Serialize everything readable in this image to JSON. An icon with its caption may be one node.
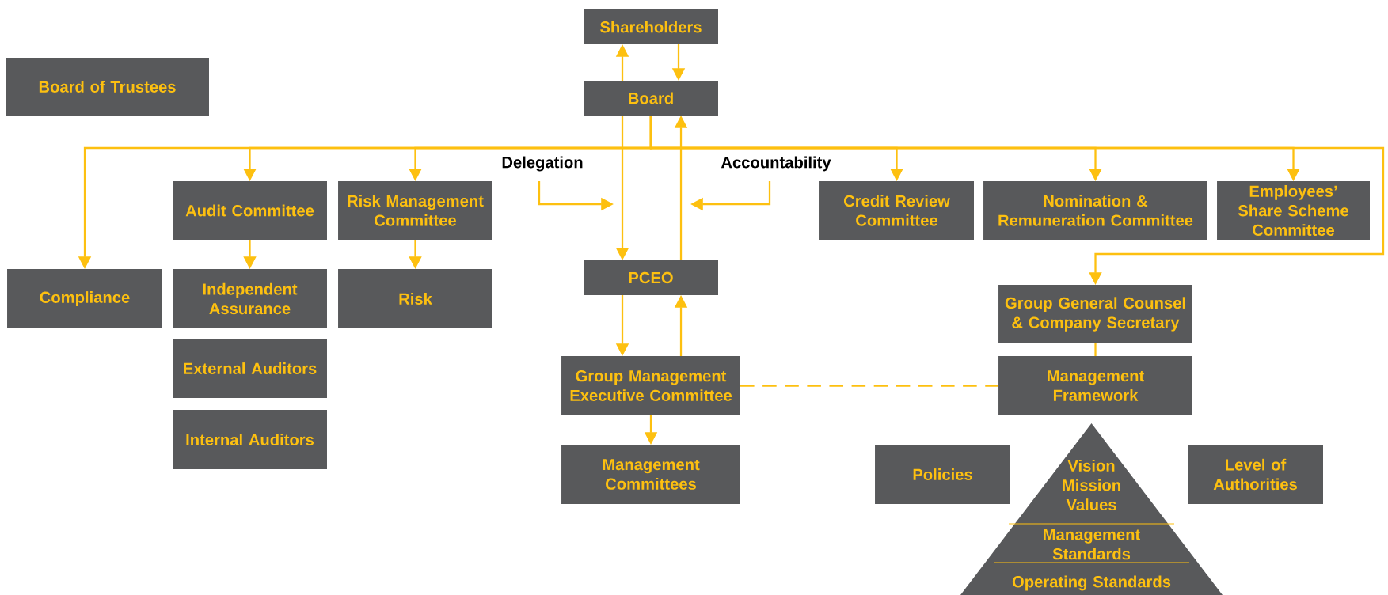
{
  "diagram": {
    "nodes": [
      {
        "text": [
          "Shareholders"
        ]
      },
      {
        "text": [
          "Board"
        ]
      },
      {
        "text": [
          "Board of Trustees"
        ]
      },
      {
        "text": [
          "Compliance"
        ]
      },
      {
        "text": [
          "Audit Committee"
        ]
      },
      {
        "text": [
          "Independent Assurance"
        ]
      },
      {
        "text": [
          "External Auditors"
        ]
      },
      {
        "text": [
          "Internal Auditors"
        ]
      },
      {
        "text": [
          "Risk Management Committee"
        ]
      },
      {
        "text": [
          "Risk"
        ]
      },
      {
        "text": [
          "PCEO"
        ]
      },
      {
        "text": [
          "Group Management Executive Committee"
        ]
      },
      {
        "text": [
          "Management Committees"
        ]
      },
      {
        "text": [
          "Credit Review Committee"
        ]
      },
      {
        "text": [
          "Nomination & Remuneration Committee"
        ]
      },
      {
        "text": [
          "Employees’ Share Scheme Committee"
        ]
      },
      {
        "text": [
          "Group General Counsel & Company Secretary"
        ]
      },
      {
        "text": [
          "Management Framework"
        ]
      },
      {
        "text": [
          "Policies"
        ]
      },
      {
        "text": [
          "Level of Authorities"
        ]
      },
      {
        "text": [
          "Vision Mission Values",
          "Management Standards",
          "Operating Standards"
        ]
      }
    ],
    "edges": [
      {
        "from": 1,
        "to": 0,
        "arrow": "to"
      },
      {
        "from": 0,
        "to": 1,
        "arrow": "to"
      },
      {
        "from": 1,
        "to": 10,
        "arrow": "to"
      },
      {
        "from": 10,
        "to": 1,
        "arrow": "to"
      },
      {
        "from": 1,
        "to": 3,
        "arrow": "to"
      },
      {
        "from": 1,
        "to": 4,
        "arrow": "to"
      },
      {
        "from": 1,
        "to": 8,
        "arrow": "to"
      },
      {
        "from": 1,
        "to": 13,
        "arrow": "to"
      },
      {
        "from": 1,
        "to": 14,
        "arrow": "to"
      },
      {
        "from": 1,
        "to": 15,
        "arrow": "to"
      },
      {
        "from": 1,
        "to": 16,
        "arrow": "to"
      },
      {
        "from": 4,
        "to": 5,
        "arrow": "to"
      },
      {
        "from": 8,
        "to": 9,
        "arrow": "to"
      },
      {
        "from": 10,
        "to": 11,
        "arrow": "to"
      },
      {
        "from": 11,
        "to": 10,
        "arrow": "to"
      },
      {
        "from": 11,
        "to": 12,
        "arrow": "to"
      },
      {
        "from": 11,
        "to": 17,
        "arrow": "none",
        "style": "dashed"
      },
      {
        "from": 16,
        "to": 17,
        "arrow": "none"
      }
    ],
    "labels": [
      "Delegation",
      "Accountability"
    ]
  }
}
